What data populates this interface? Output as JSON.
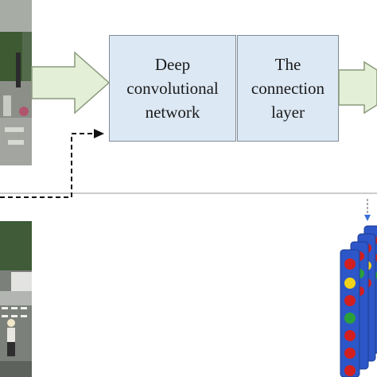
{
  "figure": {
    "top_image_name": "street-scene-photo-top",
    "bottom_image_name": "street-scene-photo-bottom",
    "box_fill": "#dce8f4",
    "box_border": "#7f8b97",
    "arrow_fill": "#e3efd7",
    "arrow_stroke": "#8a9a7c",
    "signal_colors": [
      "#d21f1f",
      "#f2d31b",
      "#2aa03a"
    ],
    "signal_body": "#2d56c8"
  },
  "blocks": {
    "dcn": {
      "label": "Deep\nconvolutional\nnetwork"
    },
    "connection": {
      "label": "The\nconnection\nlayer"
    }
  }
}
